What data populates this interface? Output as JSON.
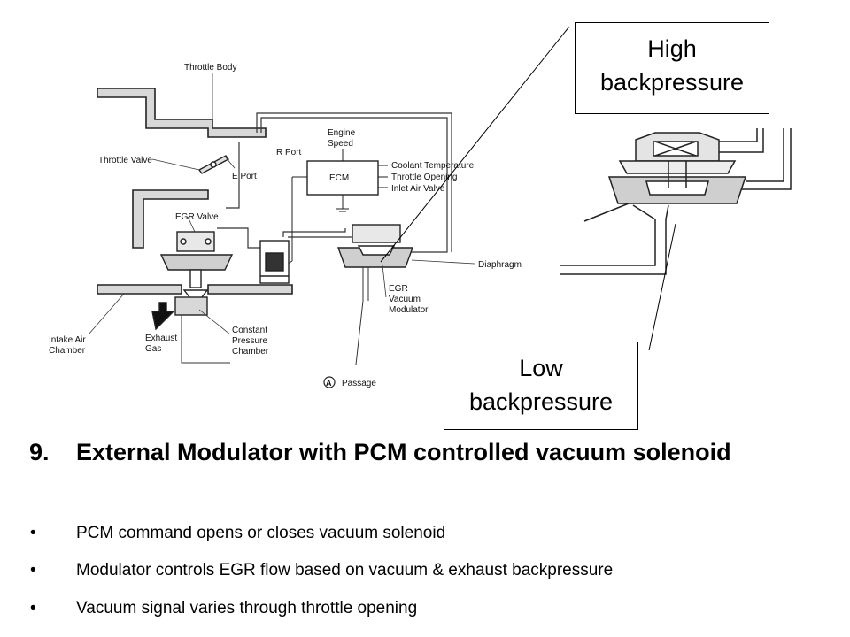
{
  "diagram": {
    "labels": {
      "throttle_body": "Throttle Body",
      "r_port": "R Port",
      "engine_speed": "Engine\nSpeed",
      "throttle_valve": "Throttle Valve",
      "e_port": "E Port",
      "ecm": "ECM",
      "coolant_temperature": "Coolant Temperature",
      "throttle_opening": "Throttle Opening",
      "inlet_air_valve": "Inlet Air Valve",
      "egr_valve": "EGR Valve",
      "diaphragm": "Diaphragm",
      "egr_vacuum_modulator": "EGR\nVacuum\nModulator",
      "intake_air_chamber": "Intake Air\nChamber",
      "exhaust_gas": "Exhaust\nGas",
      "constant_pressure_chamber": "Constant\nPressure\nChamber",
      "passage_marker": "A",
      "passage": "Passage"
    }
  },
  "callouts": {
    "high": [
      "High",
      "backpressure"
    ],
    "low": [
      "Low",
      "backpressure"
    ]
  },
  "heading": {
    "number": "9.",
    "text": "External Modulator with PCM controlled vacuum solenoid"
  },
  "bullets": {
    "symbol": "•",
    "items": [
      "PCM command opens or closes vacuum solenoid",
      "Modulator controls EGR flow based on vacuum & exhaust backpressure",
      "Vacuum signal varies through throttle opening"
    ]
  }
}
